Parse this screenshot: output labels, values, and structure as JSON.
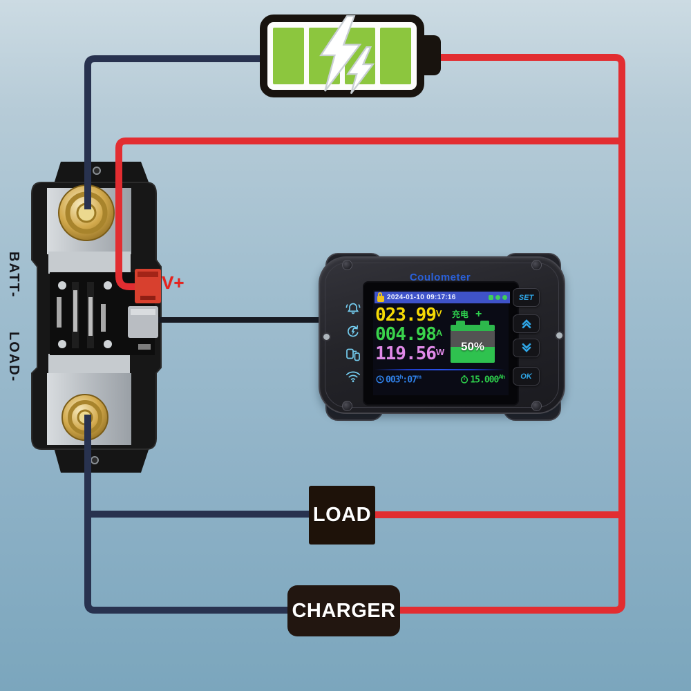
{
  "battery": {
    "icon": "charging-battery-icon",
    "segments": 4,
    "color": "#8cc63e"
  },
  "shunt": {
    "batt_minus_label": "BATT-",
    "load_minus_label": "LOAD-",
    "v_plus_label": "V+"
  },
  "coulometer": {
    "title": "Coulometer",
    "side_icons": [
      "alarm-icon",
      "charge-cycle-icon",
      "device-link-icon",
      "wifi-icon"
    ],
    "buttons": {
      "set": "SET",
      "up": "up-icon",
      "down": "down-icon",
      "ok": "OK"
    },
    "screen": {
      "header": {
        "lock_icon": "lock-icon",
        "datetime": "2024-01-10 09:17:16",
        "status_icons": [
          "status-icon",
          "status-icon",
          "status-icon"
        ]
      },
      "voltage": {
        "value": "023.99",
        "unit": "V",
        "color": "#f6da05"
      },
      "current": {
        "value": "004.98",
        "unit": "A",
        "color": "#3ad44c"
      },
      "power": {
        "value": "119.56",
        "unit": "W",
        "color": "#e089e8"
      },
      "charge_state": {
        "label": "充电",
        "sign": "+",
        "color": "#2ed34e"
      },
      "soc": {
        "percent": "50%"
      },
      "runtime": {
        "hours": "003",
        "hours_unit": "h",
        "sep": ":",
        "minutes": "07",
        "minutes_unit": "m",
        "color": "#2f80e8"
      },
      "capacity": {
        "value": "15.000",
        "unit": "Ah",
        "color": "#2dd04c"
      }
    }
  },
  "load_box": {
    "label": "LOAD"
  },
  "charger_box": {
    "label": "CHARGER"
  },
  "wires": {
    "negative_color": "#28324f",
    "positive_color": "#e22d31",
    "sense_cable_color": "#171a22"
  }
}
